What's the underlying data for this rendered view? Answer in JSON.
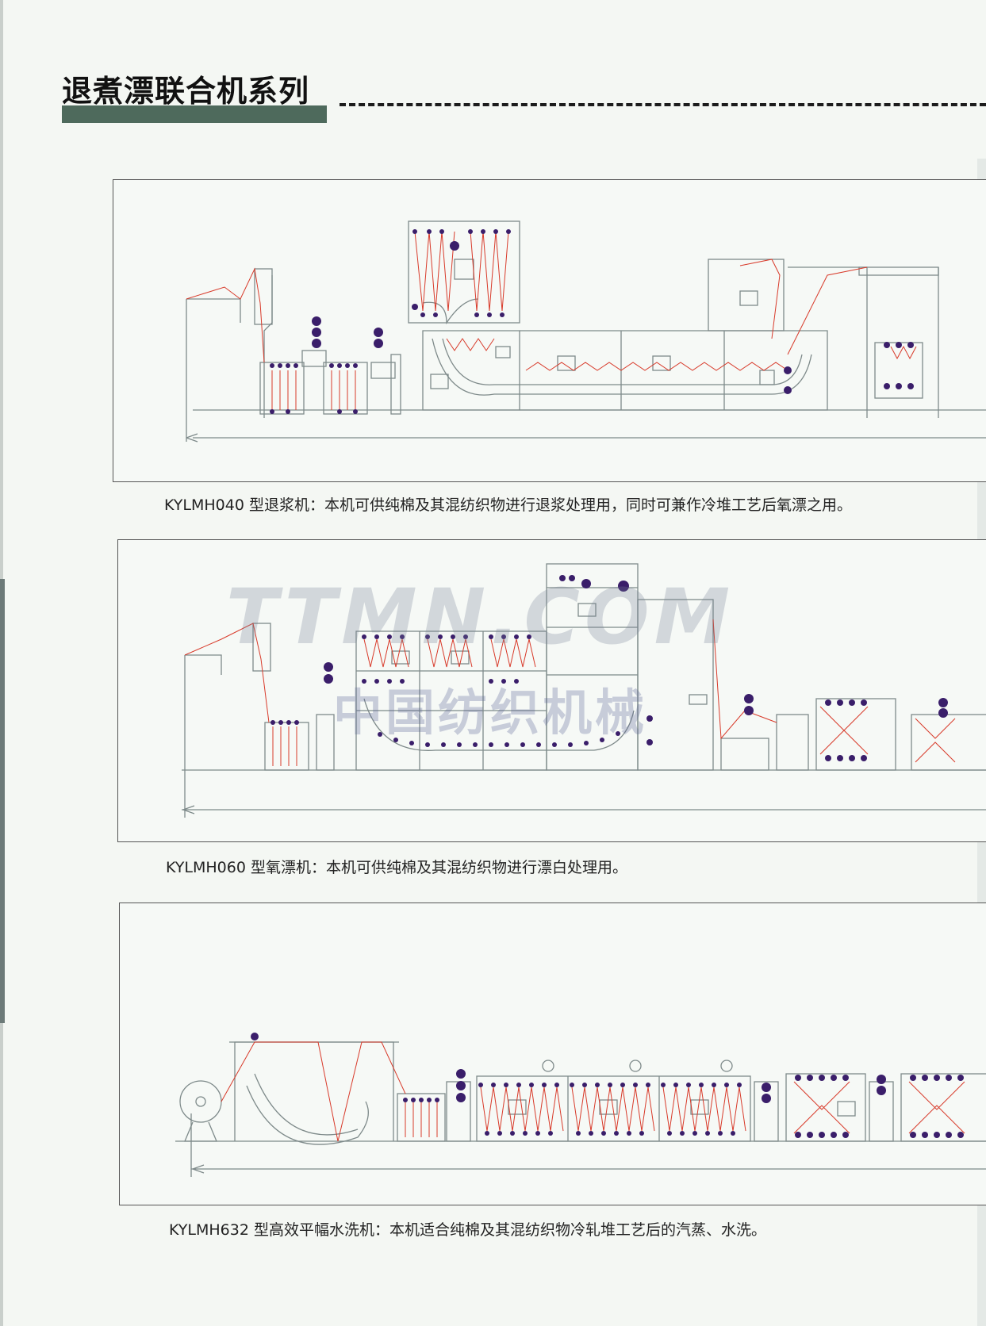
{
  "page": {
    "title": "退煮漂联合机系列",
    "accent_color": "#4e6a5c",
    "diagram_line_color": "#7e8a8a",
    "fabric_path_color": "#d83a2a",
    "roller_color": "#3a1e6a"
  },
  "machines": [
    {
      "id": "kylmh040",
      "caption": "KYLMH040 型退浆机：本机可供纯棉及其混纺织物进行退浆处理用，同时可兼作冷堆工艺后氧漂之用。"
    },
    {
      "id": "kylmh060",
      "caption": "KYLMH060 型氧漂机：本机可供纯棉及其混纺织物进行漂白处理用。"
    },
    {
      "id": "kylmh632",
      "caption": "KYLMH632 型高效平幅水洗机：本机适合纯棉及其混纺织物冷轧堆工艺后的汽蒸、水洗。"
    }
  ],
  "watermark": {
    "text": "TTMN.COM",
    "text_cn": "中国纺织机械"
  }
}
